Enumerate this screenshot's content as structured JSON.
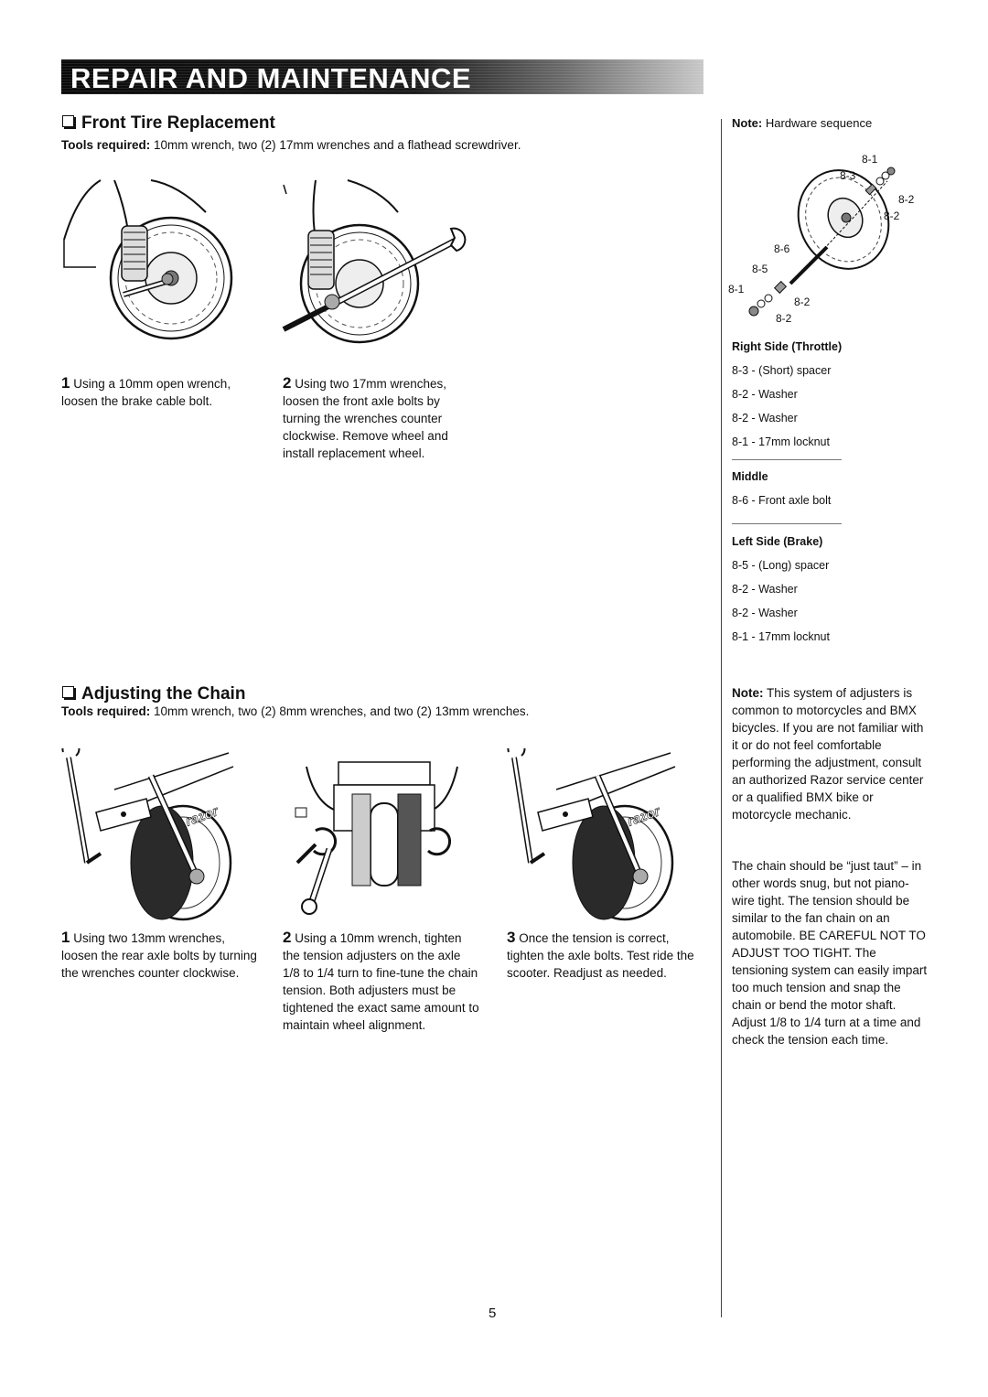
{
  "header": {
    "title": "REPAIR AND MAINTENANCE"
  },
  "front_tire": {
    "title": "Front Tire Replacement",
    "tools_label": "Tools required:",
    "tools_text": "10mm wrench, two (2) 17mm wrenches and a flathead screwdriver.",
    "steps": [
      {
        "num": "1",
        "text": "Using a 10mm open wrench, loosen the brake cable bolt."
      },
      {
        "num": "2",
        "text": "Using two 17mm wrenches, loosen the front axle bolts by turning the wrenches counter clockwise. Remove wheel and install replacement wheel."
      }
    ]
  },
  "hardware": {
    "note_label": "Note:",
    "note_text": "Hardware sequence",
    "diagram_labels": [
      "8-1",
      "8-3",
      "8-2",
      "8-2",
      "8-6",
      "8-5",
      "8-1",
      "8-2",
      "8-2"
    ],
    "right_title": "Right Side (Throttle)",
    "right_items": [
      "8-3 - (Short) spacer",
      "8-2 - Washer",
      "8-2 - Washer",
      "8-1 - 17mm locknut"
    ],
    "middle_title": "Middle",
    "middle_items": [
      "8-6 - Front axle bolt"
    ],
    "left_title": "Left Side (Brake)",
    "left_items": [
      "8-5 - (Long) spacer",
      "8-2 - Washer",
      "8-2 - Washer",
      "8-1 - 17mm locknut"
    ]
  },
  "chain": {
    "title": "Adjusting the Chain",
    "tools_label": "Tools required:",
    "tools_text": "10mm wrench, two (2) 8mm wrenches, and two (2) 13mm wrenches.",
    "steps": [
      {
        "num": "1",
        "text": "Using two 13mm wrenches, loosen the rear axle bolts by turning the wrenches counter clockwise."
      },
      {
        "num": "2",
        "text": "Using a 10mm wrench, tighten the tension adjusters on the axle 1/8 to 1/4 turn to fine-tune the chain tension. Both adjusters must be tightened the exact same amount to maintain wheel alignment."
      },
      {
        "num": "3",
        "text": "Once the tension is correct, tighten the axle bolts. Test ride the scooter. Readjust as needed."
      }
    ],
    "note_label": "Note:",
    "note_text": "This system of adjusters is common to motorcycles and BMX bicycles. If you are not familiar with it or do not feel comfortable performing the adjustment, consult an authorized Razor service center or a qualified BMX bike or motorcycle mechanic.",
    "note_para2": "The chain should be “just taut” – in other words snug, but not piano-wire tight. The tension should be similar to the fan chain on an automobile. BE CAREFUL NOT TO ADJUST TOO TIGHT. The tensioning system can easily impart too much tension and snap the chain or bend the motor shaft. Adjust 1/8 to 1/4 turn at a time and check the tension each time.",
    "brand_mark": "razor"
  },
  "page_number": "5"
}
